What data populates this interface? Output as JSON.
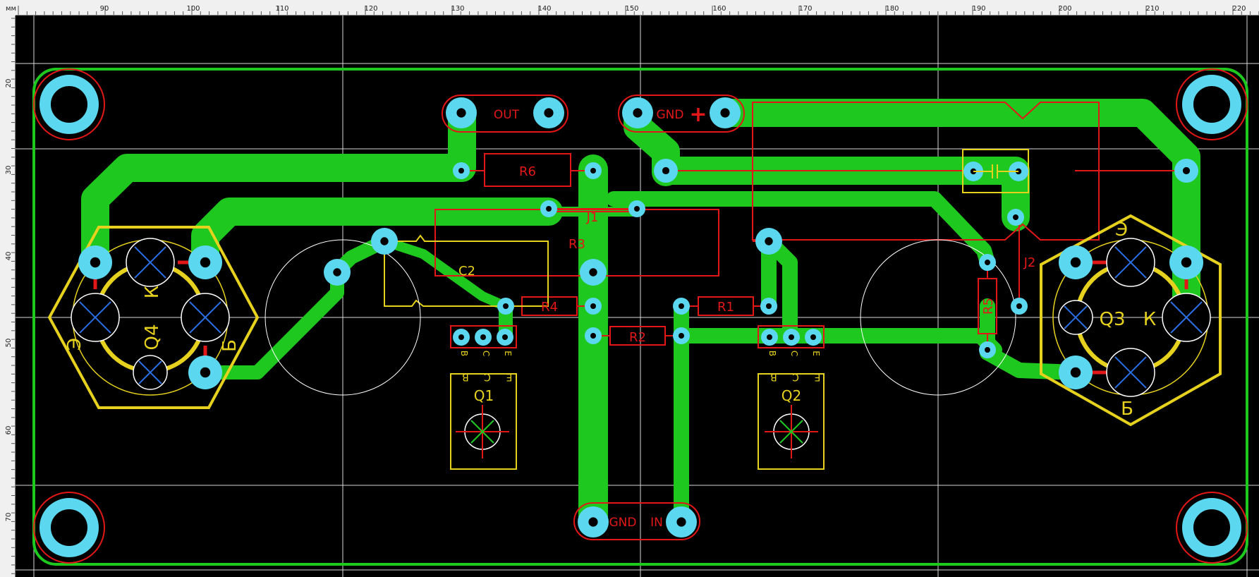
{
  "ruler": {
    "unit_label": "мм",
    "top_ticks": [
      "90",
      "100",
      "110",
      "120",
      "130",
      "140",
      "150",
      "160",
      "170",
      "180",
      "190",
      "200",
      "210",
      "220"
    ],
    "left_ticks": [
      "20",
      "30",
      "40",
      "50",
      "60",
      "70"
    ]
  },
  "pads": {
    "out_label": "OUT",
    "gnd_top_label": "GND",
    "plus_label": "+",
    "gnd_bottom_label": "GND",
    "in_label": "IN"
  },
  "components": {
    "r1": "R1",
    "r2": "R2",
    "r3": "R3",
    "r4": "R4",
    "r5": "R5",
    "r6": "R6",
    "c2": "C2",
    "j1": "J1",
    "j2": "J2",
    "q1": "Q1",
    "q2": "Q2",
    "q3": "Q3",
    "q4": "Q4"
  },
  "pin_labels": {
    "q1": [
      "B",
      "C",
      "E"
    ],
    "q2": [
      "B",
      "C",
      "E"
    ],
    "q3": {
      "e": "Э",
      "k": "К",
      "b": "Б"
    },
    "q4": {
      "k": "К",
      "e": "Э",
      "b": "Б"
    }
  },
  "colors": {
    "board_bg": "#000000",
    "copper": "#1ec81e",
    "pad": "#5bd8f0",
    "silk_red": "#e21818",
    "silk_yellow": "#e6d21e",
    "grid": "#ffffff",
    "ruler_bg": "#f0f0f0"
  }
}
